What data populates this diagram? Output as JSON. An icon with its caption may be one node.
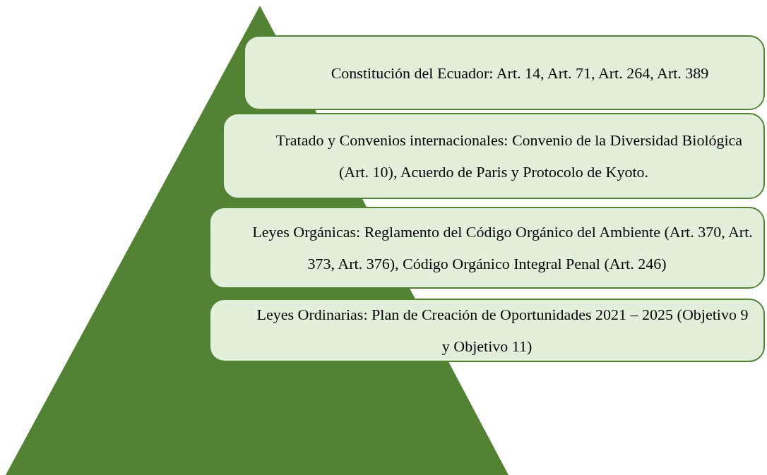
{
  "diagram": {
    "nodes": [
      {
        "text": [
          "Constitución del Ecuador: Art. 14, Art. 71, Art. 264, Art. 389"
        ]
      },
      {
        "text": [
          "Tratado y Convenios internacionales: Convenio de la Diversidad Biológica (Art. 10), Acuerdo de Paris y Protocolo de Kyoto."
        ]
      },
      {
        "text": [
          "Leyes Orgánicas: Reglamento del Código Orgánico del Ambiente (Art. 370, Art. 373, Art. 376), Código Orgánico Integral Penal (Art. 246)"
        ]
      },
      {
        "text": [
          "Leyes Ordinarias: Plan de Creación de Oportunidades 2021 – 2025 (Objetivo 9 y Objetivo 11)"
        ]
      }
    ],
    "edges": []
  }
}
